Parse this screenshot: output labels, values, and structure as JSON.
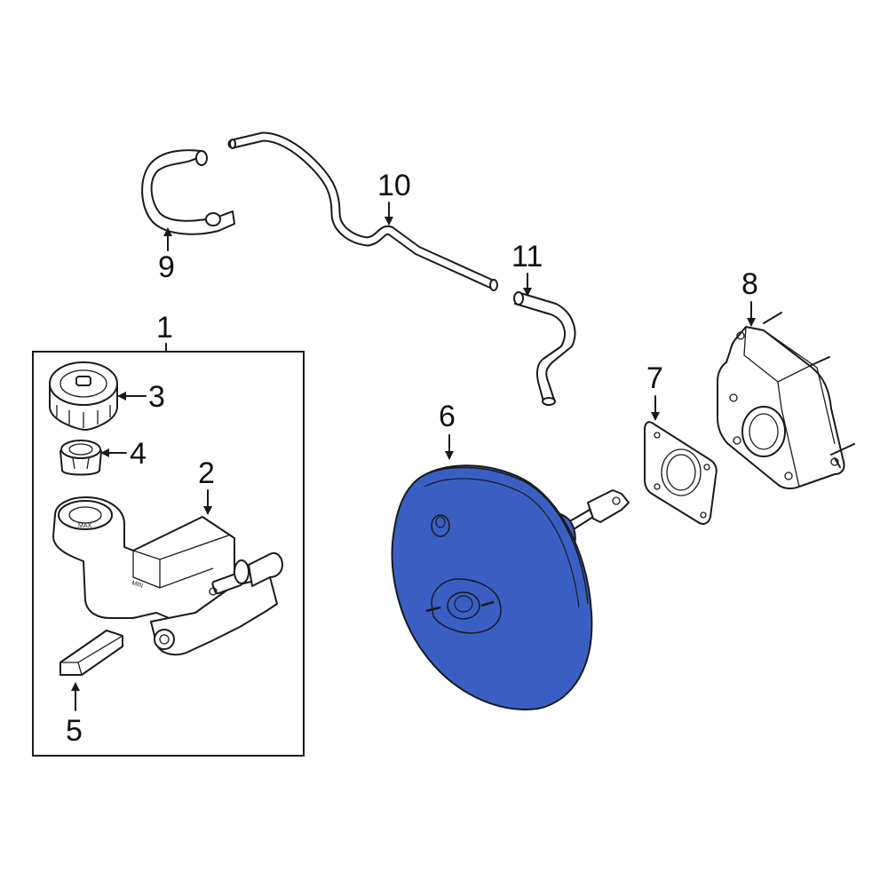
{
  "callouts": {
    "c1": "1",
    "c2": "2",
    "c3": "3",
    "c4": "4",
    "c5": "5",
    "c6": "6",
    "c7": "7",
    "c8": "8",
    "c9": "9",
    "c10": "10",
    "c11": "11"
  },
  "labels_on_parts": {
    "reservoir_max": "MAX",
    "reservoir_min": "MIN"
  },
  "colors": {
    "highlight": "#3a5fc4",
    "outline": "#1a1a1a",
    "background": "#ffffff"
  }
}
